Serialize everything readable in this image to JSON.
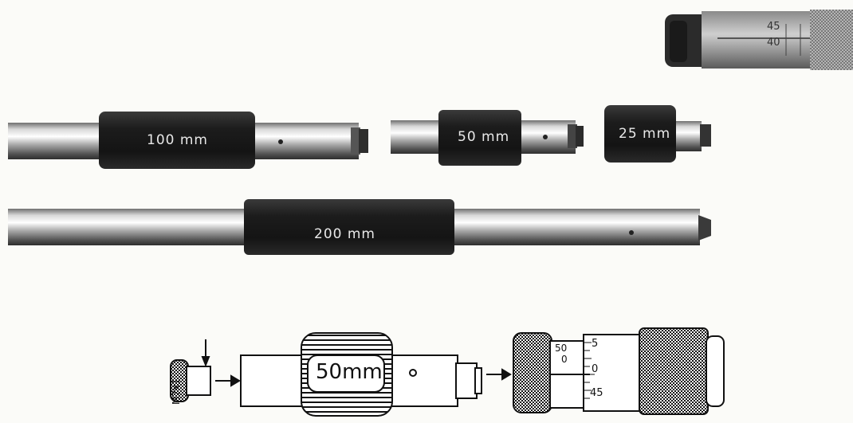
{
  "photo": {
    "rods": [
      {
        "label": "100 mm"
      },
      {
        "label": "50 mm"
      },
      {
        "label": "25 mm"
      },
      {
        "label": "200 mm"
      }
    ],
    "head_scale": {
      "top": "45",
      "bottom": "40"
    }
  },
  "diagram": {
    "thread_label": "M7x1",
    "rod_label": "50mm",
    "sleeve_marks": {
      "a": "50",
      "b": "0"
    },
    "thimble_marks": {
      "top": "5",
      "mid": "0",
      "bottom": "45"
    }
  }
}
